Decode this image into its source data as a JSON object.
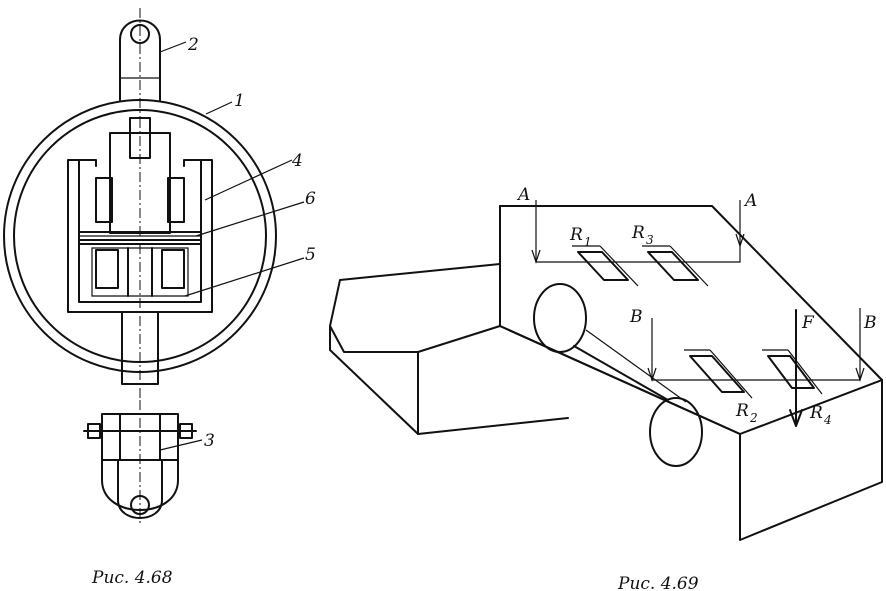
{
  "figure1": {
    "caption": "Рис. 4.68",
    "labels": {
      "l1": "1",
      "l2": "2",
      "l3": "3",
      "l4": "4",
      "l5": "5",
      "l6": "6"
    }
  },
  "figure2": {
    "caption": "Рис. 4.69",
    "section_labels": {
      "a_left": "A",
      "a_right": "A",
      "b_left": "B",
      "b_right": "B"
    },
    "force_label": "F",
    "gauges": [
      {
        "letter": "R",
        "sub": "1"
      },
      {
        "letter": "R",
        "sub": "3"
      },
      {
        "letter": "R",
        "sub": "2"
      },
      {
        "letter": "R",
        "sub": "4"
      }
    ]
  },
  "colors": {
    "ink": "#111111",
    "paper": "#ffffff"
  }
}
